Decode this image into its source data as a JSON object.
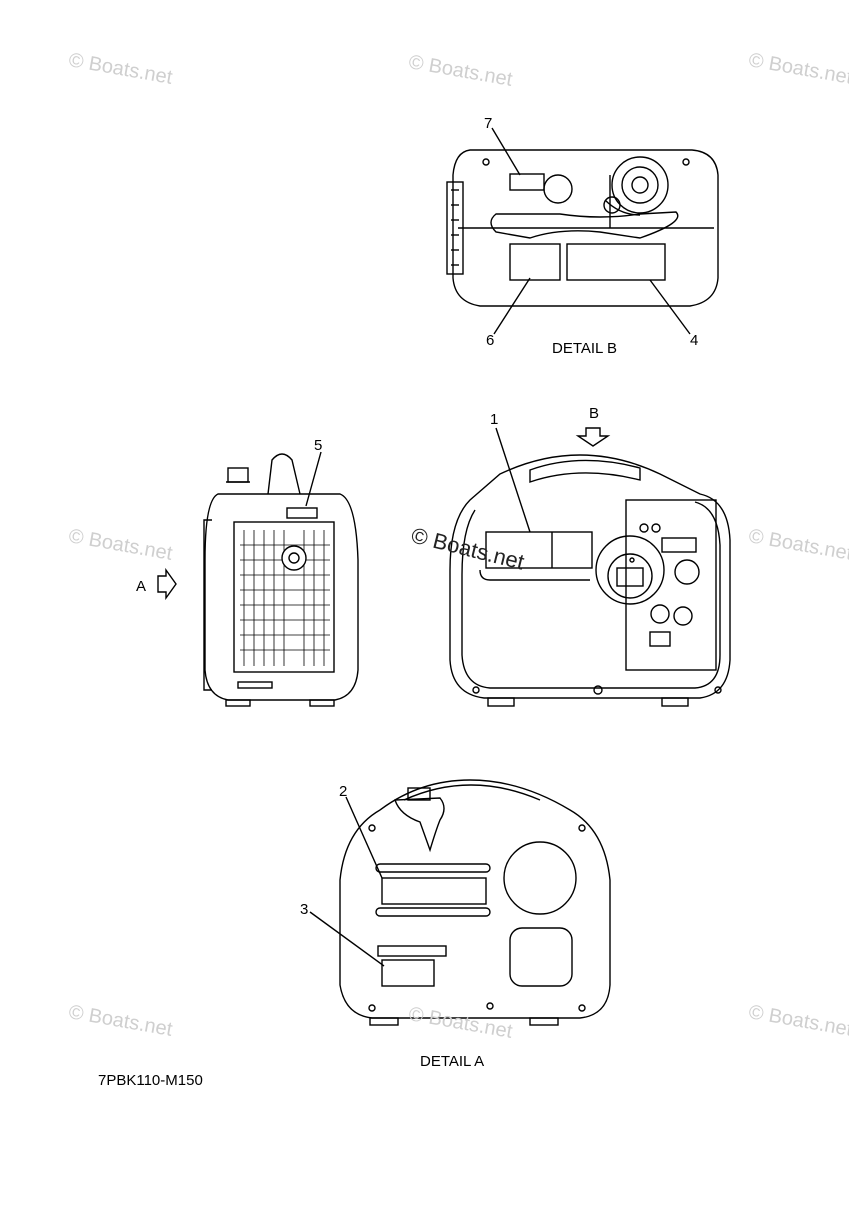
{
  "diagram": {
    "callouts": {
      "c1": "1",
      "c2": "2",
      "c3": "3",
      "c4": "4",
      "c5": "5",
      "c6": "6",
      "c7": "7",
      "view_a": "A",
      "view_b": "B"
    },
    "captions": {
      "detail_a": "DETAIL A",
      "detail_b": "DETAIL B"
    },
    "part_code": "7PBK110-M150"
  },
  "watermark": {
    "text": "© Boats.net"
  }
}
